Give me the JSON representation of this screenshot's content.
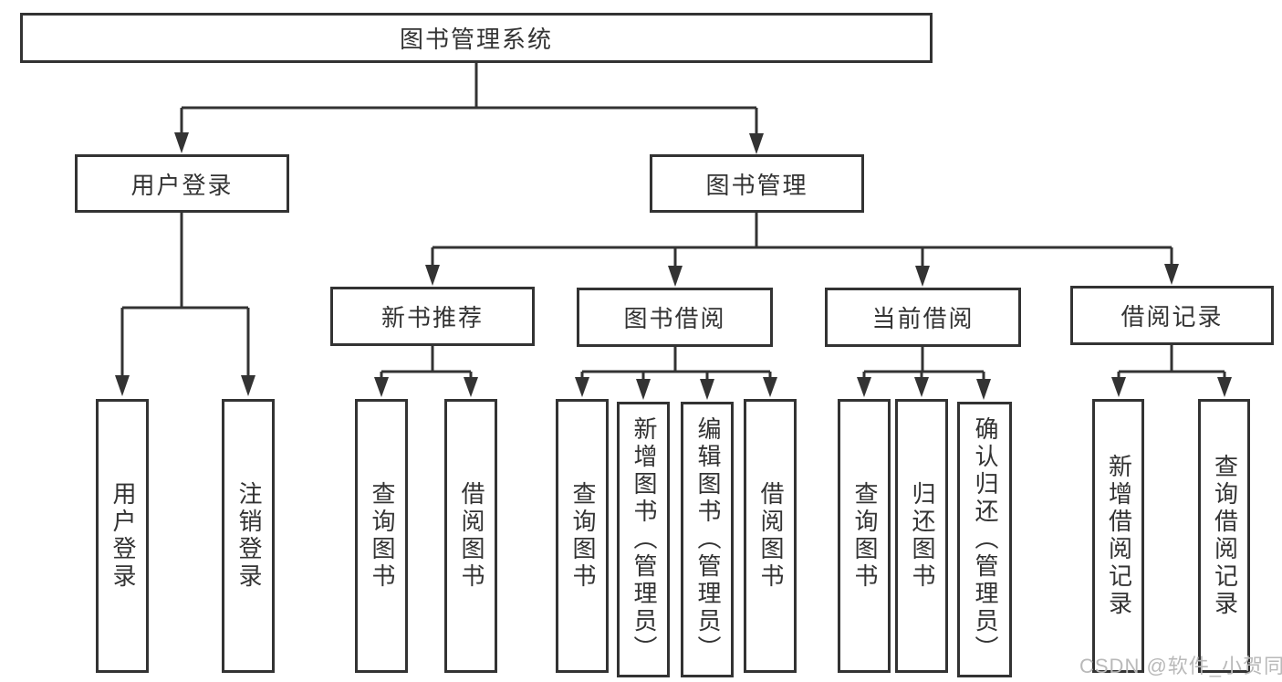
{
  "diagram": {
    "title": "图书管理系统",
    "watermark": "CSDN @软件_小贺同学",
    "colors": {
      "line": "#333333",
      "text": "#333333",
      "box_background": "#ffffff",
      "watermark": "#b9b9b9",
      "background": "#ffffff"
    },
    "nodes": {
      "root": "图书管理系统",
      "user_login": "用户登录",
      "book_mgmt": "图书管理",
      "new_book_rec": "新书推荐",
      "book_borrow": "图书借阅",
      "current_borrow": "当前借阅",
      "borrow_record": "借阅记录",
      "leaf_user_login": "用户登录",
      "leaf_logout": "注销登录",
      "leaf_query_book_1": "查询图书",
      "leaf_borrow_book_1": "借阅图书",
      "leaf_query_book_2": "查询图书",
      "leaf_add_book": "新增图书（管理员）",
      "leaf_edit_book": "编辑图书（管理员）",
      "leaf_borrow_book_2": "借阅图书",
      "leaf_query_book_3": "查询图书",
      "leaf_return_book": "归还图书",
      "leaf_confirm_return": "确认归还（管理员）",
      "leaf_add_record": "新增借阅记录",
      "leaf_query_record": "查询借阅记录"
    }
  }
}
